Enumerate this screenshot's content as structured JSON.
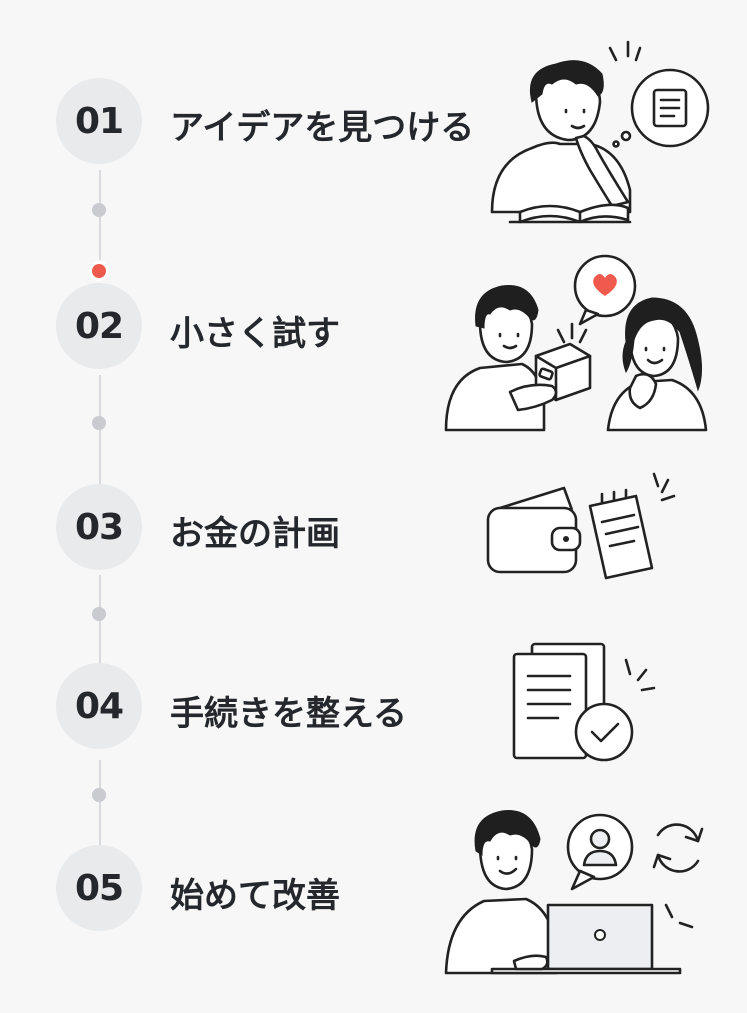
{
  "steps": [
    {
      "number": "01",
      "title": "アイデアを見つける"
    },
    {
      "number": "02",
      "title": "小さく試す"
    },
    {
      "number": "03",
      "title": "お金の計画"
    },
    {
      "number": "04",
      "title": "手続きを整える"
    },
    {
      "number": "05",
      "title": "始めて改善"
    }
  ],
  "colors": {
    "accent": "#ef5a4c",
    "circle": "#e9eaec",
    "text": "#24272c",
    "line": "#d9dadd"
  },
  "icons": [
    "thinking-person-icon",
    "document-bubble-icon",
    "open-book-icon",
    "people-sharing-box-icon",
    "heart-bubble-icon",
    "wallet-icon",
    "notepad-icon",
    "documents-check-icon",
    "person-laptop-icon",
    "profile-bubble-icon",
    "refresh-cycle-icon"
  ]
}
